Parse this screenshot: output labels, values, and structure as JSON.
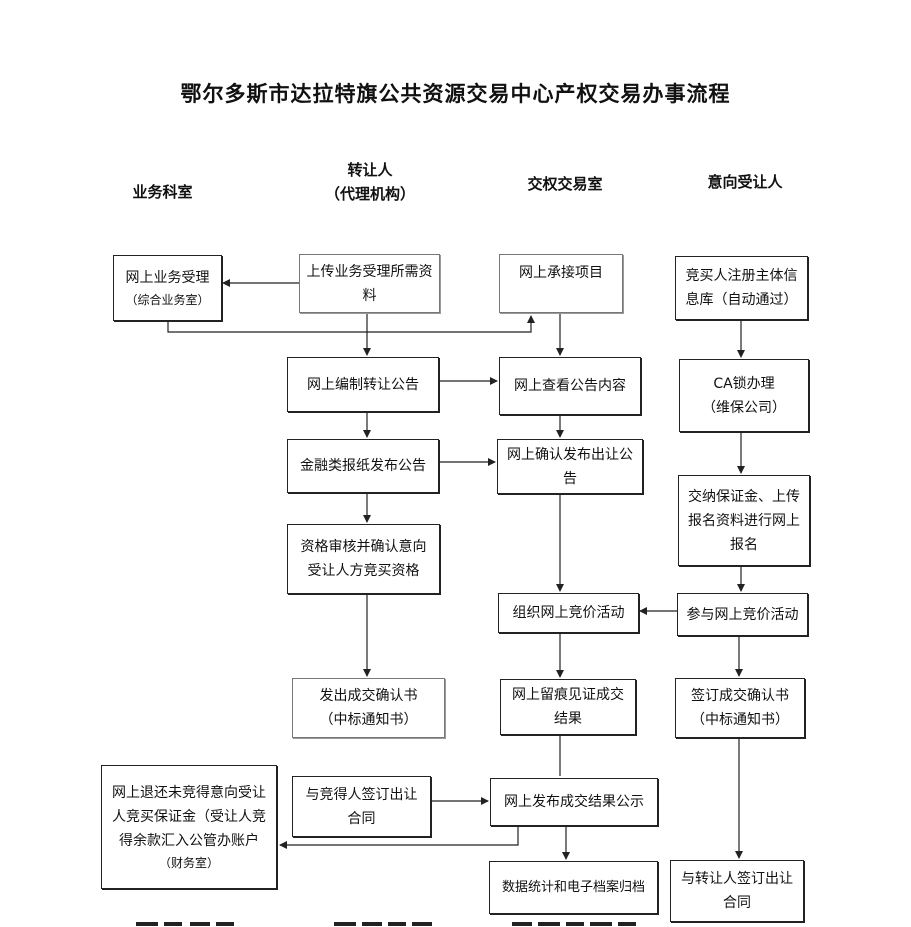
{
  "title": "鄂尔多斯市达拉特旗公共资源交易中心产权交易办事流程",
  "columns": {
    "business": "业务科室",
    "transferor_line1": "转让人",
    "transferor_line2": "（代理机构）",
    "exchange": "交权交易室",
    "buyer": "意向受让人"
  },
  "boxes": {
    "online_accept": "网上业务受理",
    "online_accept_sub": "（综合业务室）",
    "upload": "上传业务受理所需资料",
    "online_undertake": "网上承接项目",
    "buyer_register": "竞买人注册主体信息库（自动通过）",
    "compile_notice": "网上编制转让公告",
    "view_notice": "网上查看公告内容",
    "ca_lock_1": "CA锁办理",
    "ca_lock_2": "（维保公司）",
    "newspaper": "金融类报纸发布公告",
    "confirm_publish": "网上确认发布出让公告",
    "deposit": "交纳保证金、上传报名资料进行网上报名",
    "qualify": "资格审核并确认意向受让人方竞买资格",
    "organize_bid": "组织网上竞价活动",
    "join_bid": "参与网上竞价活动",
    "issue_confirm_1": "发出成交确认书",
    "issue_confirm_2": "（中标通知书）",
    "trace_result": "网上留痕见证成交结果",
    "sign_confirm_1": "签订成交确认书",
    "sign_confirm_2": "（中标通知书）",
    "refund": "网上退还未竞得意向受让人竞买保证金（受让人竞得余款汇入公管办账户",
    "refund_sub": "（财务室）",
    "sign_contract": "与竞得人签订出让合同",
    "publish_result": "网上发布成交结果公示",
    "archive": "数据统计和电子档案归档",
    "sign_with_transferor": "与转让人签订出让合同"
  },
  "colors": {
    "line": "#222222",
    "border_dark": "#222222",
    "border_light": "#777777"
  }
}
